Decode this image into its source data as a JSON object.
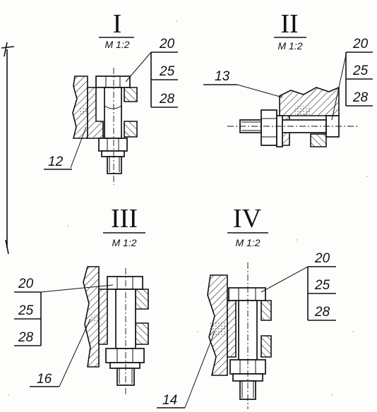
{
  "views": [
    {
      "numeral": "I",
      "scale": "М 1:2",
      "callouts": [
        "20",
        "25",
        "28"
      ],
      "part_label": "12"
    },
    {
      "numeral": "II",
      "scale": "М 1:2",
      "callouts": [
        "20",
        "25",
        "28"
      ],
      "part_label": "13"
    },
    {
      "numeral": "III",
      "scale": "М 1:2",
      "callouts": [
        "20",
        "25",
        "28"
      ],
      "part_label": "16"
    },
    {
      "numeral": "IV",
      "scale": "М 1:2",
      "callouts": [
        "20",
        "25",
        "28"
      ],
      "part_label": "14"
    }
  ]
}
